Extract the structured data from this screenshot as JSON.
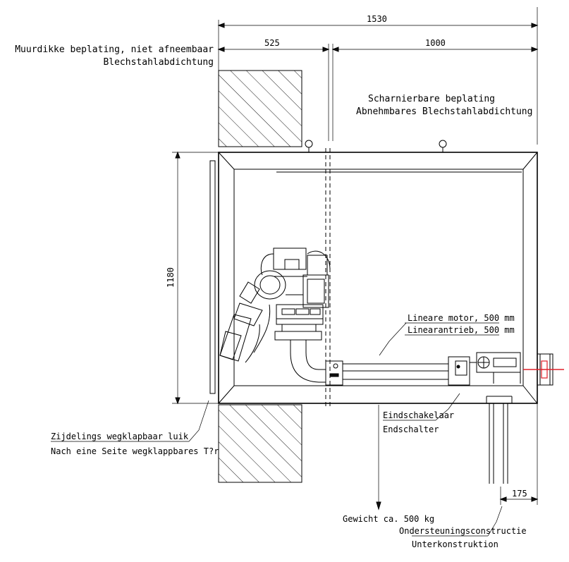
{
  "dimensions": {
    "total_width": "1530",
    "wall_thickness": "525",
    "housing_width": "1000",
    "height": "1180",
    "support_offset": "175"
  },
  "labels": {
    "wall_plating_nl": "Muurdikke beplating, niet afneembaar",
    "wall_plating_de": "Blechstahlabdichtung",
    "hinged_plating_nl": "Scharnierbare    beplating",
    "hinged_plating_de": "Abnehmbares Blechstahlabdichtung",
    "linear_motor_nl": "Lineare motor, 500 mm",
    "linear_motor_de": "Linearantrieb, 500 mm",
    "limit_switch_nl": "Eindschakelaar",
    "limit_switch_de": "Endschalter",
    "side_door_nl": "Zijdelings wegklapbaar luik",
    "side_door_de": "Nach eine Seite wegklappbares T?r",
    "weight": "Gewicht ca. 500 kg",
    "support_nl": "Ondersteuningsconstructie",
    "support_de": "Unterkonstruktion"
  },
  "colors": {
    "line": "#000000",
    "accent_red": "#e0202a"
  }
}
